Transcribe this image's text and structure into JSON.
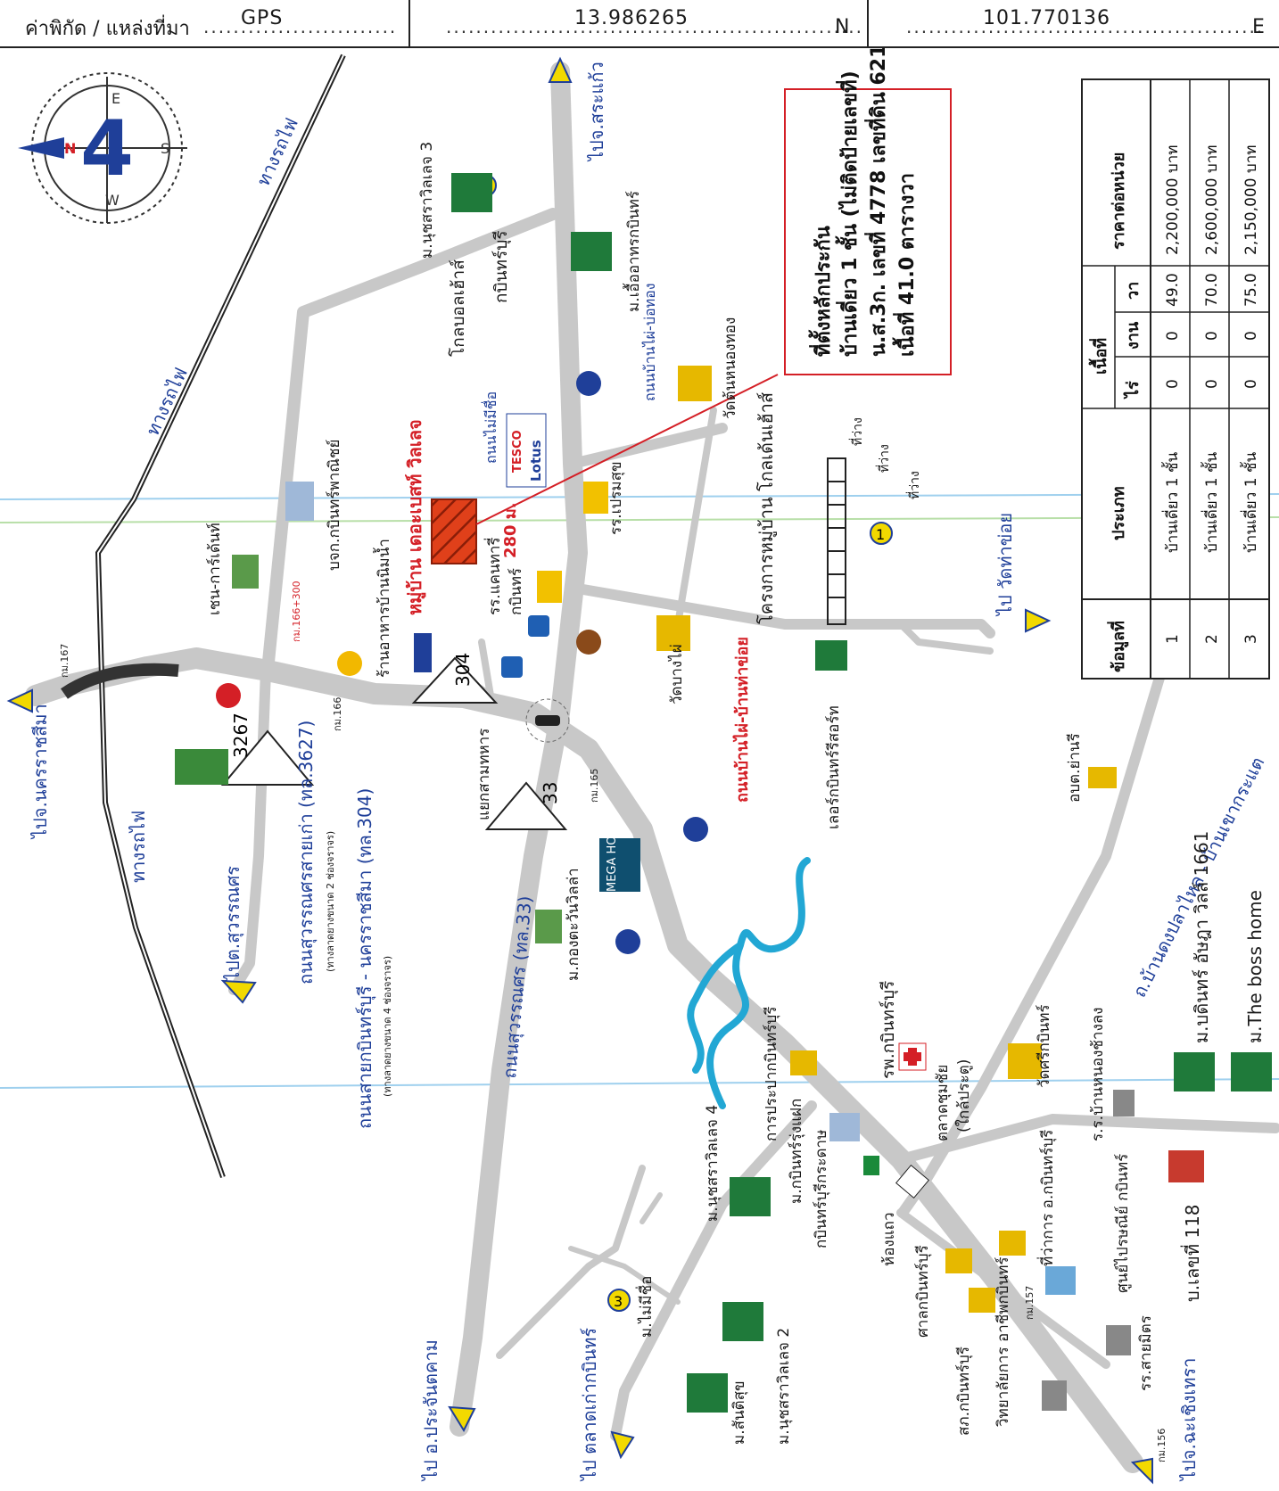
{
  "header": {
    "coord_label": "ค่าพิกัด / แหล่งที่มา",
    "source": "GPS",
    "latitude": "13.986265",
    "lat_unit": "N",
    "longitude": "101.770136",
    "lon_unit": "E"
  },
  "compass": {
    "number": "4",
    "n": "N",
    "e": "E",
    "s": "S",
    "w": "W"
  },
  "roads": {
    "to_srakaew": "ไปจ.สระแก้ว",
    "to_nakhon": "ไปจ.นครราชสีมา",
    "to_suwannasorn": "ไปต.สุวรรณศร",
    "to_prachantakham": "ไป อ.ประจันตคาม",
    "to_old_market": "ไป ตลาดเก่ากบินทร์",
    "to_chachoengsao": "ไปจ.ฉะเชิงเทรา",
    "to_wat_tha_khoi": "ไป วัดท่าข่อย",
    "railway1": "ทางรถไฟ",
    "railway2": "ทางรถไฟ",
    "railway3": "ทางรถไฟ",
    "old_suwannasorn": "ถนนสุวรรณศรสายเก่า (ทล.3627)",
    "old_suwannasorn_note": "(ทางลาดยางขนาด 2 ช่องจราจร)",
    "bypass": "ถนนสายกบินทร์บุรี - นครราชสีมา (ทล.304)",
    "bypass_note": "(ทางลาดยางขนาด 4 ช่องจราจร)",
    "suwannasorn_33": "ถนนสุวรรณศร (ทล.33)",
    "ban_phai_tha_khoi": "ถนนบ้านไผ่-บ้านท่าข่อย",
    "ban_phai_bo_thong": "ถนนบ้านไผ่-บ่อทอง",
    "mai_mi_chue": "ถนนไม่มีชื่อ",
    "ban_dong_plalai": "ถ.บ้านดงปลาไหล - บ้านเขากระแต",
    "route_304": "304",
    "route_33": "33",
    "route_3267": "3267",
    "km_167": "กม.167",
    "km_166": "กม.166",
    "km_166_300": "กม.166+300",
    "km_165": "กม.165",
    "km_157": "กม.157",
    "km_156": "กม.156",
    "junction": "แยกสามทหาร"
  },
  "places": {
    "mu_chuttsara3": "ม.นุชสราวิลเลจ 3",
    "golf": "โกลบอลเฮ้าส์",
    "kabinburi_a": "กบินทร์บุรี",
    "ua_arthorn": "ม.เอื้ออาทรกบินทร์",
    "wat_khok_nong": "วัดต้นหนองทอง",
    "project_title": "หมู่บ้าน เดอะเบสท์ วิลเลจ",
    "project_dist": "280 ม.",
    "school_kanthari": "รร.แคนทารี่",
    "kabinburi_b": "กบินทร์",
    "school_premsuk": "รร.เปรมสุข",
    "bkk_kabin": "บจก.กบินทร์พาณิชย์",
    "chen_kart": "เชน-การ์เด้นท์",
    "restaurant": "ร้านอาหารบ้านนิมน้ำ",
    "wat_bang_phai": "วัดบางไผ่",
    "global_project": "โครงการหมู่บ้าน โกลเด้นเฮ้าส์",
    "vacant1": "ที่ว่าง",
    "vacant2": "ที่ว่าง",
    "vacant3": "ที่ว่าง",
    "lert_kabin": "เลอร์กบินทร์รีสอร์ท",
    "mega_home": "MEGA HOME",
    "mu_kong_dee": "ม.กองตะวันวิลล่า",
    "obt_yan": "อบต.ย่านรี",
    "hosp": "รพ.กบินทร์บุรี",
    "pwa": "การประปากบินทร์บุรี",
    "mu_kabin_rung": "ม.กบินทร์รุ่งแฝก",
    "kabin_kratas": "กบินทร์บุรีกระดาษ",
    "market_nuchai": "ตลาดชุมชัย",
    "market_note": "(ใกล้ประตู)",
    "wat_sri_kabin": "วัดศรีกบินทร์",
    "school_nong_chang": "ร.ร.บ้านหนองช้างลง",
    "mu_bodin": "ม.บดินทร์ อัษฎา วิลล์ 1661",
    "mu_boss": "ม.The boss home",
    "house_118": "บ.เลขที่ 118",
    "amphoe": "ที่ว่าการ อ.กบินทร์บุรี",
    "shopping": "ศูนย์ไปรษณีย์ กบินทร์",
    "hong_thaew": "ห้องแถว",
    "court": "ศาลกบินทร์บุรี",
    "spk": "สภ.กบินทร์บุรี",
    "college": "วิทยาลัยการ อาชีพกบินทร์",
    "school_sai_mit": "รร.สายมิตร",
    "mu_chuttsara4": "ม.นุชสราวิลเลจ 4",
    "mu_chuttsara2": "ม.นุชสราวิลเลจ 2",
    "mu_santisuk": "ม.สันติสุข",
    "mu_mai_chue": "ม.ไม่มีชื่อ",
    "tesco": "TESCO",
    "lotus": "Lotus",
    "marker1": "1",
    "marker2": "2",
    "marker3": "3"
  },
  "subject": {
    "line1": "ที่ตั้งหลักประกัน",
    "line2": "บ้านเดี่ยว 1 ชั้น (ไม่ติดป้ายเลขที่)",
    "line3": "น.ส.3ก. เลขที่ 4778 เลขที่ดิน 621",
    "line4": "เนื้อที่ 41.0 ตารางวา"
  },
  "comparison_table": {
    "headers": [
      "ข้อมูลที่",
      "ประเภท",
      "เนื้อที่",
      "ไร่",
      "งาน",
      "วา",
      "ราคาต่อหน่วย"
    ],
    "rows": [
      {
        "no": "1",
        "type": "บ้านเดี่ยว 1 ชั้น",
        "rai": "0",
        "ngan": "0",
        "wa": "49.0",
        "price": "2,200,000 บาท"
      },
      {
        "no": "2",
        "type": "บ้านเดี่ยว 1 ชั้น",
        "rai": "0",
        "ngan": "0",
        "wa": "70.0",
        "price": "2,600,000 บาท"
      },
      {
        "no": "3",
        "type": "บ้านเดี่ยว 1 ชั้น",
        "rai": "0",
        "ngan": "0",
        "wa": "75.0",
        "price": "2,150,000 บาท"
      }
    ]
  },
  "colors": {
    "road": "#c8c8c8",
    "label_blue": "#1f3f99",
    "red": "#d41f26",
    "river": "#22a7d4",
    "lot": "#e0401a"
  }
}
